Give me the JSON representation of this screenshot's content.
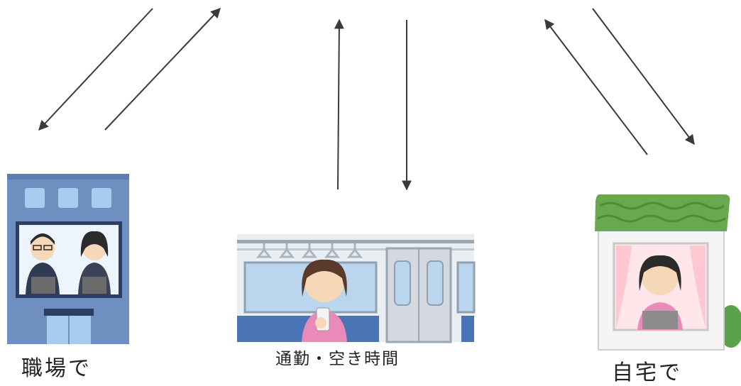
{
  "labels": {
    "office": "職場で",
    "commute": "通勤・空き時間",
    "home": "自宅で"
  },
  "colors": {
    "arrow": "#3a3a3a",
    "office_wall": "#6f8fc0",
    "home_roof": "#6aa84f",
    "train_seat": "#4a74b5",
    "phone_user_shirt": "#e98ab8"
  },
  "icons": [
    "office-building-illustration",
    "train-commute-illustration",
    "home-remote-work-illustration"
  ]
}
